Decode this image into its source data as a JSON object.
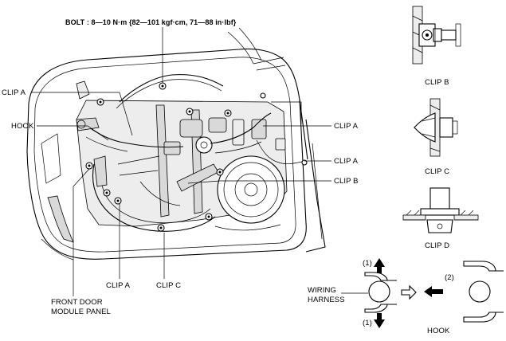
{
  "labels": {
    "bolt_spec": "BOLT : 8—10 N·m {82—101 kgf·cm, 71—88 in·lbf}",
    "clip_a_top_left": "CLIP A",
    "hook_left": "HOOK",
    "clip_a_right_upper": "CLIP A",
    "clip_a_right_middle": "CLIP A",
    "clip_b_right": "CLIP B",
    "clip_a_bottom": "CLIP A",
    "clip_c_bottom": "CLIP C",
    "front_door_line1": "FRONT DOOR",
    "front_door_line2": "MODULE PANEL",
    "detail_clip_b": "CLIP B",
    "detail_clip_c": "CLIP C",
    "detail_clip_d": "CLIP D",
    "wiring_line1": "WIRING",
    "wiring_line2": "HARNESS",
    "step1_up": "(1)",
    "step1_down": "(1)",
    "step2": "(2)",
    "detail_hook": "HOOK"
  },
  "icons": {
    "arrow_up": "arrow-up-icon",
    "arrow_down": "arrow-down-icon",
    "arrow_left": "arrow-left-icon",
    "hollow_arrow": "hollow-arrow-right-icon"
  }
}
